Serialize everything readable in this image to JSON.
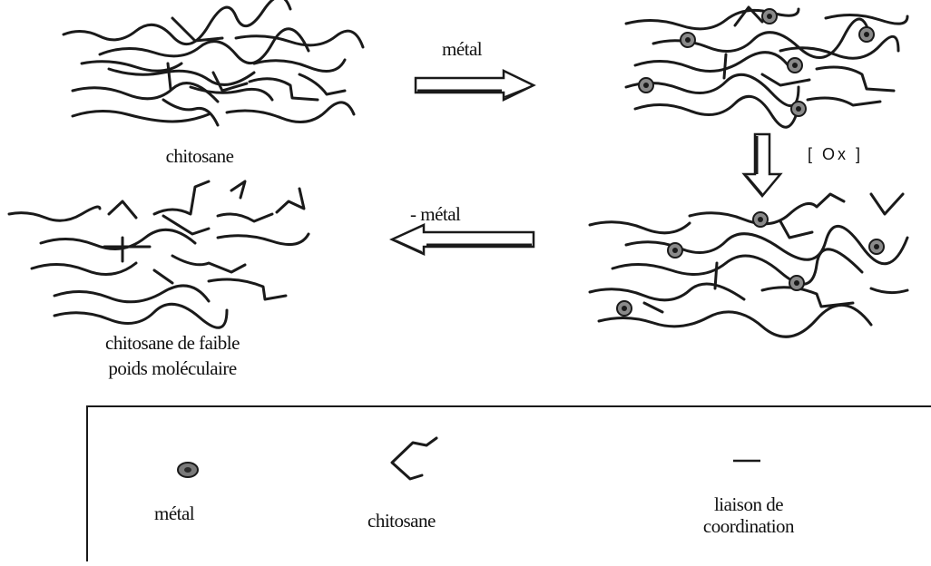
{
  "diagram": {
    "step1_label": "métal",
    "step2_label": "[ Ox ]",
    "step3_label": "-  métal",
    "start_caption": "chitosane",
    "end_caption_line1": "chitosane de faible",
    "end_caption_line2": "poids moléculaire"
  },
  "legend": {
    "metal_label": "métal",
    "chitosan_label": "chitosane",
    "bond_label_line1": "liaison de",
    "bond_label_line2": "coordination"
  },
  "colors": {
    "ink": "#1a1a1a",
    "metal_fill": "#7a7a7a",
    "arrow_fill": "#ffffff"
  }
}
